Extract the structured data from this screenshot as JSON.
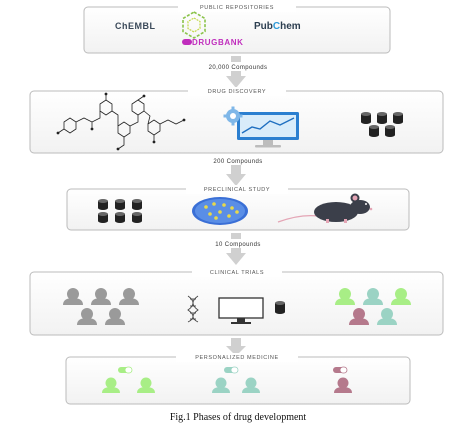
{
  "stages": [
    {
      "title": "PUBLIC REPOSITORIES"
    },
    {
      "title": "DRUG DISCOVERY"
    },
    {
      "title": "PRECLINICAL STUDY"
    },
    {
      "title": "CLINICAL TRIALS"
    },
    {
      "title": "PERSONALIZED MEDICINE"
    }
  ],
  "repositories": {
    "chembl": "ChEMBL",
    "pubchem_left": "Pub",
    "pubchem_c": "C",
    "pubchem_right": "hem",
    "drugbank": "DRUGBANK"
  },
  "flow_labels": [
    "20,000 Compounds",
    "200 Compounds",
    "10 Compounds"
  ],
  "caption": "Fig.1 Phases of drug development",
  "colors": {
    "panel_border": "#bbbbbb",
    "arrow": "#c8c8c8",
    "chembl_hex": "#8bc34a",
    "pubchem_text": "#2c3e50",
    "pubchem_c": "#2f9ad8",
    "drugbank": "#c02dbd",
    "green_person": "#a8ee86",
    "teal_person": "#9bd3c4",
    "mauve_person": "#b5798c",
    "gray_person": "#9a9a9a",
    "petri": "#3a6fd6",
    "mouse": "#3b3f4a",
    "monitor": "#2b7fd0"
  }
}
